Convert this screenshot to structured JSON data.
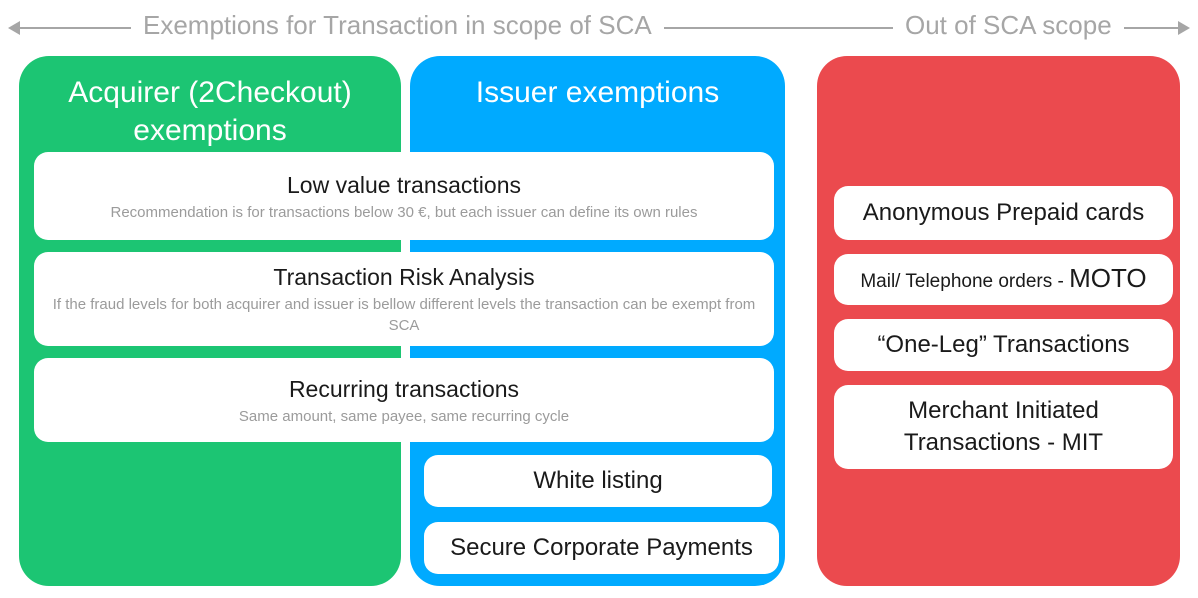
{
  "colors": {
    "green": "#1cc573",
    "blue": "#00aaff",
    "red": "#eb4a4e",
    "band_text": "#a6a6a6",
    "card_title": "#1a1a1a",
    "card_sub": "#9b9b9b"
  },
  "band": {
    "in_scope_label": "Exemptions for Transaction in scope of SCA",
    "out_scope_label": "Out of SCA scope",
    "left_arrow": "arrow-left-icon",
    "right_arrow": "arrow-right-icon"
  },
  "panels": {
    "acquirer": {
      "title": "Acquirer (2Checkout) exemptions"
    },
    "issuer": {
      "title": "Issuer exemptions",
      "cards": [
        {
          "title": "White listing"
        },
        {
          "title": "Secure Corporate Payments"
        }
      ]
    },
    "out_of_scope": {
      "cards": [
        {
          "title": "Anonymous Prepaid cards"
        },
        {
          "title_small": "Mail/ Telephone orders - ",
          "title_big": "MOTO"
        },
        {
          "title": "“One-Leg” Transactions"
        },
        {
          "title": "Merchant Initiated Transactions - MIT"
        }
      ]
    }
  },
  "shared_cards": [
    {
      "title": "Low value transactions",
      "subtitle": "Recommendation is for transactions below 30 €, but each issuer can define its own rules"
    },
    {
      "title": "Transaction Risk Analysis",
      "subtitle": "If the fraud levels for both acquirer and issuer is bellow different levels the transaction can be exempt from SCA"
    },
    {
      "title": "Recurring transactions",
      "subtitle": "Same amount, same payee, same recurring cycle"
    }
  ]
}
